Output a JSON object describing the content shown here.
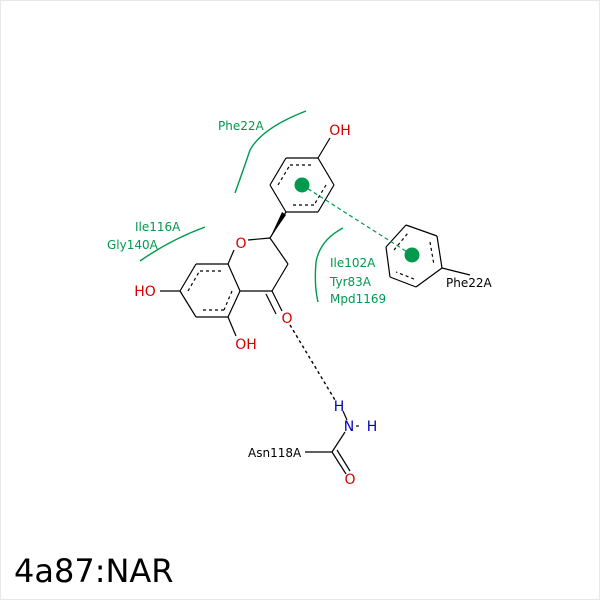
{
  "colors": {
    "background": "#ffffff",
    "bond": "#000000",
    "oxygen": "#d40000",
    "nitrogen": "#0000bf",
    "interaction": "#00994d",
    "hydrogen_bond": "#000000"
  },
  "caption": "4a87:NAR",
  "atoms": {
    "ring_oxygen": "O",
    "carbonyl_oxygen": "O",
    "hydroxyl_left": "HO",
    "hydroxyl_bottom": "OH",
    "hydroxyl_top": "OH",
    "amide_oxygen": "O",
    "amide_nitrogen": "N",
    "amide_h_upper": "H",
    "amide_h_right": "H"
  },
  "residues": {
    "phe22a_top": "Phe22A",
    "ile116a": "Ile116A",
    "gly140a": "Gly140A",
    "ile102a": "Ile102A",
    "tyr83a": "Tyr83A",
    "mpd1169": "Mpd1169",
    "phe22a_stack": "Phe22A",
    "asn118a": "Asn118A"
  },
  "interactions": [
    {
      "type": "pi-stacking",
      "from": "ligand-phenyl-ring",
      "to": "Phe22A"
    },
    {
      "type": "hydrogen-bond",
      "from": "carbonyl-O",
      "to": "Asn118A N-H"
    }
  ]
}
